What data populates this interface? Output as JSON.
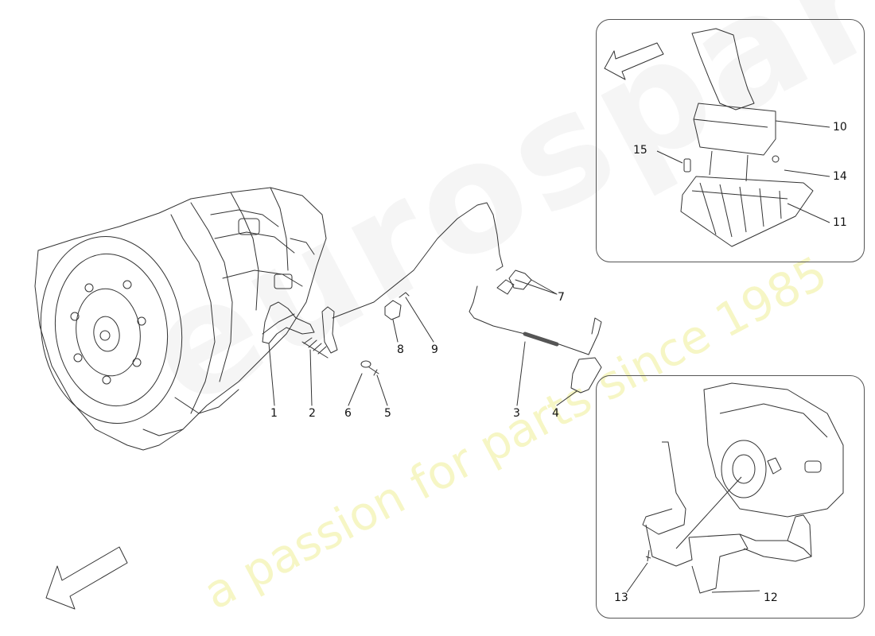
{
  "watermark": {
    "brand": "eurospares",
    "tagline": "a passion for parts since 1985"
  },
  "callouts": {
    "c1": "1",
    "c2": "2",
    "c3": "3",
    "c4": "4",
    "c5": "5",
    "c6": "6",
    "c7": "7",
    "c8": "8",
    "c9": "9",
    "c10": "10",
    "c11": "11",
    "c12": "12",
    "c13": "13",
    "c14": "14",
    "c15": "15"
  },
  "colors": {
    "line": "#333333",
    "inset_border": "#555555",
    "arrow_fill": "#ffffff"
  },
  "icons": {
    "direction_arrow_main": "front-direction-arrow-icon",
    "direction_arrow_inset": "front-direction-arrow-icon"
  }
}
